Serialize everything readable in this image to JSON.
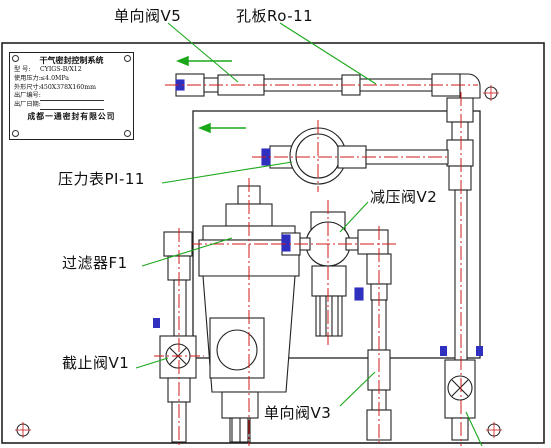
{
  "callouts": {
    "check_valve_v5": "单向阀V5",
    "orifice_ro11": "孔板Ro-11",
    "pressure_gauge_pi11": "压力表PI-11",
    "reducing_valve_v2": "减压阀V2",
    "filter_f1": "过滤器F1",
    "stop_valve_v1": "截止阀V1",
    "check_valve_v3": "单向阀V3"
  },
  "nameplate": {
    "title": "干气密封控制系统",
    "rows": [
      {
        "key": "型 号:",
        "value": "CYIGS-B/X12"
      },
      {
        "key": "使用压力:",
        "value": "≤4.0MPa"
      },
      {
        "key": "外形尺寸:",
        "value": "450X378X160mm"
      },
      {
        "key": "出厂编号:",
        "value": ""
      },
      {
        "key": "出厂日期:",
        "value": ""
      }
    ],
    "company": "成都一通密封有限公司"
  },
  "colors": {
    "pipe_line": "#d01818",
    "leader_line": "#1aa81a",
    "flow_arrow": "#1aa81a",
    "outline": "#222222",
    "valve_accent": "#3030c0"
  }
}
